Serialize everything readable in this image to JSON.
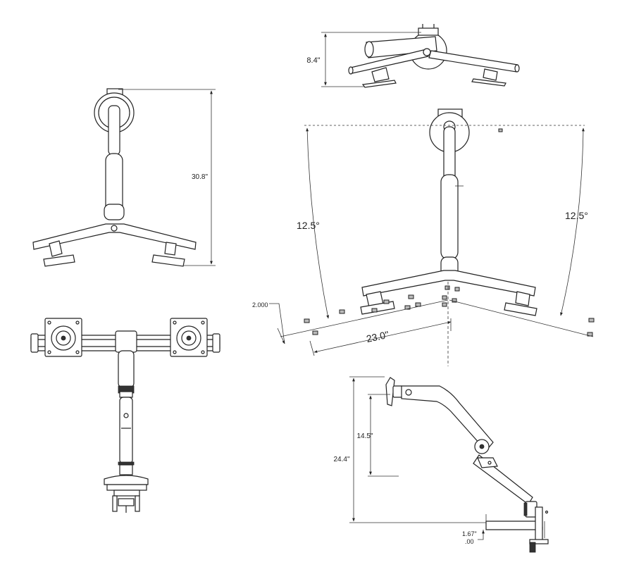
{
  "dimensions": {
    "depth": "8.4\"",
    "height_front": "30.8\"",
    "angle_left": "12.5°",
    "angle_right": "12.5°",
    "offset": "2.000",
    "span": "23.0\"",
    "reach": "14.5\"",
    "height_side": "24.4\"",
    "clamp": "1.67\"",
    "clamp_min": ".00"
  },
  "colors": {
    "line": "#222222",
    "background": "#ffffff"
  }
}
